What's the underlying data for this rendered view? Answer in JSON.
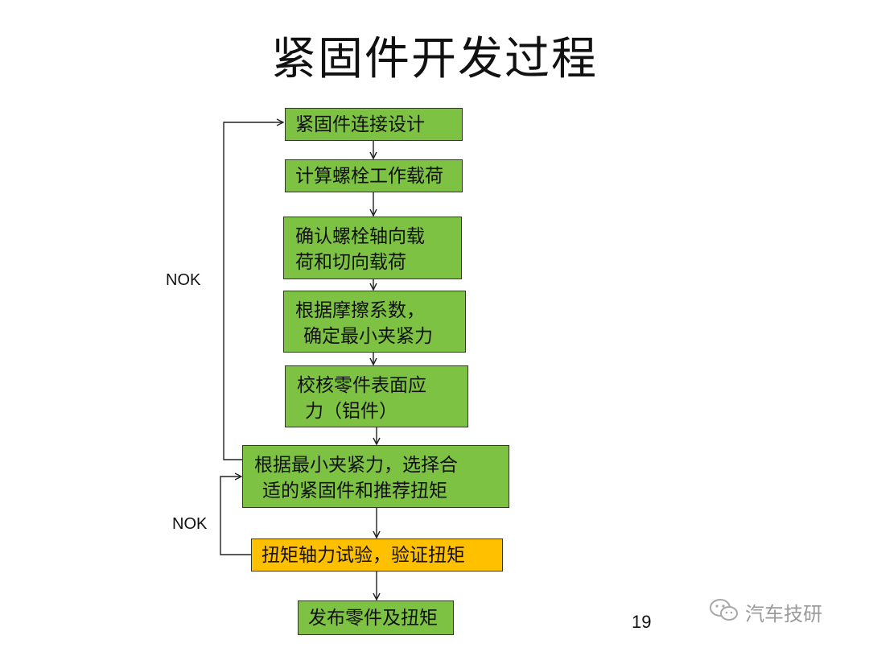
{
  "title": "紧固件开发过程",
  "steps": {
    "s1": "紧固件连接设计",
    "s2": "计算螺栓工作载荷",
    "s3": [
      "确认螺栓轴向载",
      "荷和切向载荷"
    ],
    "s4": [
      "根据摩擦系数，",
      "确定最小夹紧力"
    ],
    "s5": [
      "校核零件表面应",
      "力（铝件）"
    ],
    "s6": [
      "根据最小夹紧力，选择合",
      "适的紧固件和推荐扭矩"
    ],
    "s7": "扭矩轴力试验，验证扭矩",
    "s8": "发布零件及扭矩"
  },
  "loop_labels": {
    "outer": "NOK",
    "inner": "NOK"
  },
  "page_number": "19",
  "watermark": {
    "text": "汽车技研",
    "icon": "wechat-icon"
  },
  "colors": {
    "box_green": "#7dc242",
    "box_orange": "#ffc000",
    "line": "#222222"
  }
}
